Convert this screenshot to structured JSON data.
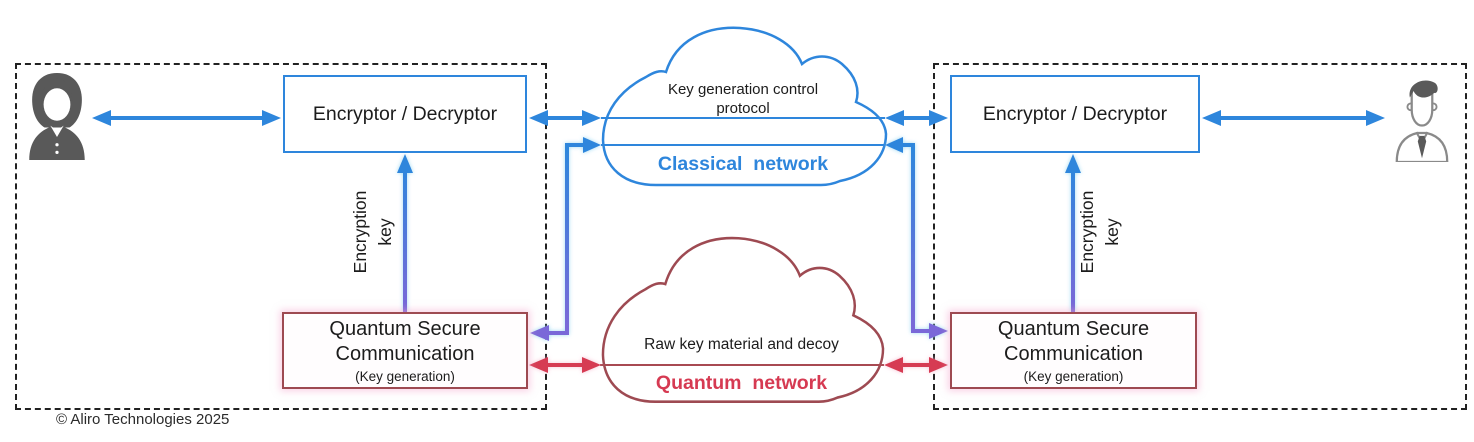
{
  "colors": {
    "blue": "#2E86DC",
    "purple": "#7A68D8",
    "maroon": "#9E4A52",
    "red": "#D63A52",
    "icon_gray": "#595959",
    "text": "#1C1C1C"
  },
  "site_a": {
    "user_icon": "woman-user-icon",
    "encryptor_label": "Encryptor / Decryptor",
    "qsc": {
      "line1": "Quantum Secure",
      "line2": "Communication",
      "line3": "(Key generation)"
    },
    "key_label": {
      "line1": "Encryption",
      "line2": "key"
    }
  },
  "site_b": {
    "user_icon": "man-user-icon",
    "encryptor_label": "Encryptor / Decryptor",
    "qsc": {
      "line1": "Quantum Secure",
      "line2": "Communication",
      "line3": "(Key generation)"
    },
    "key_label": {
      "line1": "Encryption",
      "line2": "key"
    }
  },
  "classical_network": {
    "protocol_line1": "Key generation control",
    "protocol_line2": "protocol",
    "label": "Classical  network"
  },
  "quantum_network": {
    "channel_text": "Raw key material and decoy",
    "label": "Quantum  network"
  },
  "footer": {
    "copyright": "© Aliro Technologies 2025"
  }
}
